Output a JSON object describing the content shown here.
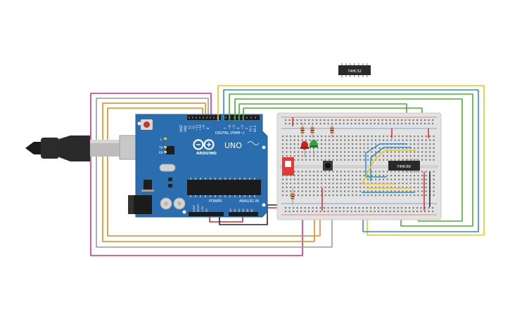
{
  "board": {
    "name": "ARDUINO",
    "model": "UNO",
    "digital_label": "DIGITAL (PWM~)",
    "power_label": "POWER",
    "analog_label": "ANALOG IN",
    "aref": "AREF",
    "gnd": "GND",
    "pin13": "13",
    "pin12": "12",
    "pin11": "~11",
    "pin10": "~10",
    "pin9": "~9",
    "pin8": "8",
    "pin7": "7",
    "pin6": "~6",
    "pin5": "~5",
    "pin4": "4",
    "pin3": "~3",
    "pin2": "2",
    "tx1": "TX 1",
    "rx0": "RX 0",
    "led_l": "L",
    "led_tx": "TX",
    "led_rx": "RX",
    "ioref": "IOREF",
    "reset": "RESET",
    "v33": "3.3V",
    "v5": "5V",
    "a0": "A0",
    "a1": "A1",
    "a2": "A2",
    "a3": "A3",
    "a4": "A4",
    "a5": "A5"
  },
  "chips": {
    "or_gate": "74HC32",
    "nand_gate": "74HC00"
  },
  "colors": {
    "board": "#2a6eb0",
    "breadboard": "#e2e2e2",
    "wire_magenta": "#c9328f",
    "wire_orange": "#e28a1e",
    "wire_gray": "#9a9a9a",
    "wire_blue": "#2b8fd1",
    "wire_green": "#4caf37",
    "wire_yellow": "#f2c318",
    "wire_red": "#d32a2a",
    "wire_black": "#222222",
    "led_red": "#c0261e",
    "led_green": "#2fa33a",
    "switch_red": "#e53935"
  },
  "components": {
    "usb_cable": "usb-cable",
    "dc_jack": "dc-power-jack",
    "reset_button": "reset-button",
    "crystal": "crystal-oscillator",
    "atmega_chip": "atmega328-chip",
    "led_red": "red-led",
    "led_green": "green-led",
    "resistors": 4,
    "slide_switch": "slide-switch",
    "pushbutton": "pushbutton",
    "breadboard": "breadboard"
  }
}
